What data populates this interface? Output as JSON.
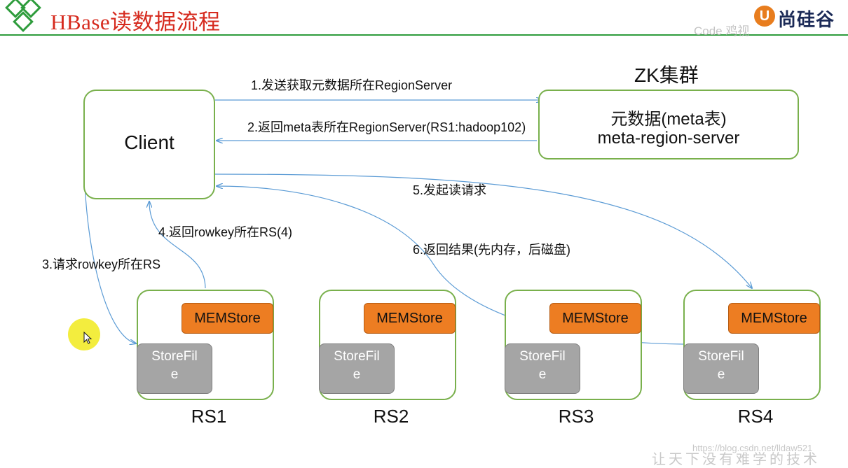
{
  "header": {
    "title": "HBase读数据流程",
    "logo_text": "尚硅谷",
    "logo_mark": "U",
    "watermark_top": "Code 鸡视"
  },
  "colors": {
    "title": "#d62a1e",
    "header_rule": "#2e9c3c",
    "box_border": "#79b04c",
    "memstore": "#ed7d22",
    "storefile": "#a5a5a5",
    "arrow": "#5b9bd5"
  },
  "client": {
    "label": "Client"
  },
  "zk": {
    "label": "ZK集群",
    "line1": "元数据(meta表)",
    "line2": "meta-region-server"
  },
  "steps": {
    "s1": "1.发送获取元数据所在RegionServer",
    "s2": "2.返回meta表所在RegionServer(RS1:hadoop102)",
    "s3": "3.请求rowkey所在RS",
    "s4": "4.返回rowkey所在RS(4)",
    "s5": "5.发起读请求",
    "s6": "6.返回结果(先内存，后磁盘)"
  },
  "servers": [
    {
      "name": "RS1",
      "memstore": "MEMStore",
      "storefile_1": "StoreFil",
      "storefile_2": "e"
    },
    {
      "name": "RS2",
      "memstore": "MEMStore",
      "storefile_1": "StoreFil",
      "storefile_2": "e"
    },
    {
      "name": "RS3",
      "memstore": "MEMStore",
      "storefile_1": "StoreFil",
      "storefile_2": "e"
    },
    {
      "name": "RS4",
      "memstore": "MEMStore",
      "storefile_1": "StoreFil",
      "storefile_2": "e"
    }
  ],
  "footer": {
    "url_watermark": "https://blog.csdn.net/lldaw521",
    "brand_watermark": "让天下没有难学的技术"
  }
}
